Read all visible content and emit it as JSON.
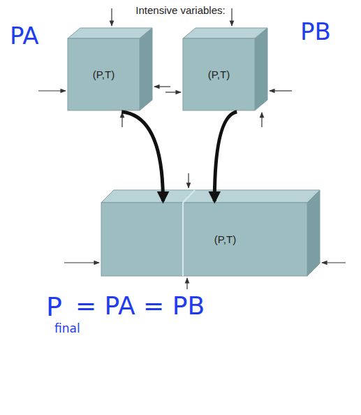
{
  "diagram": {
    "title": "Intensive variables:",
    "nodes": [
      {
        "text": [
          "(P,T)"
        ]
      },
      {
        "text": [
          "(P,T)"
        ]
      },
      {
        "text": [
          "(P,T)"
        ]
      }
    ],
    "edges": [
      {
        "from": 0,
        "to": 2,
        "arrow": "to"
      },
      {
        "from": 1,
        "to": 2,
        "arrow": "to"
      }
    ],
    "labels": [
      "PA",
      "PB",
      "P",
      "final",
      "= PA = PB"
    ]
  }
}
